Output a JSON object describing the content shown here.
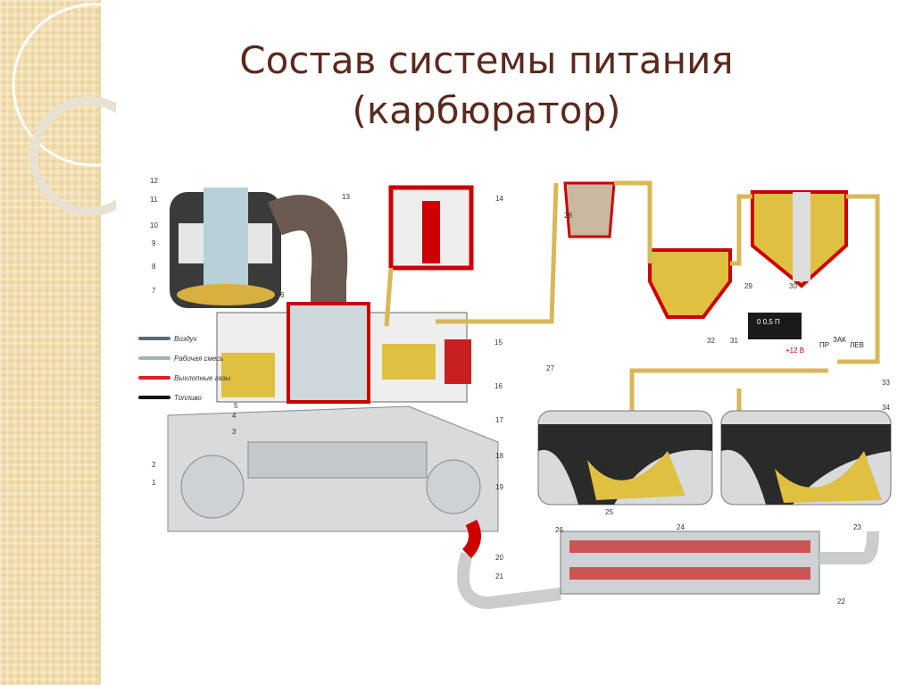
{
  "title": {
    "line1": "Состав системы питания",
    "line2": "(карбюратор)"
  },
  "legend": [
    {
      "label": "Воздух",
      "color": "#5a6a7a"
    },
    {
      "label": "Рабочая смесь",
      "color": "#9fb8b0"
    },
    {
      "label": "Выхлопные газы",
      "color": "#e02020"
    },
    {
      "label": "Топливо",
      "color": "#111111"
    }
  ],
  "gauge": {
    "scale": "0  0,5  П",
    "voltage": "+12 В"
  },
  "valve": {
    "left": "ПР",
    "mid": "ЗАК",
    "right": "ЛЕВ"
  },
  "callouts": [
    "12",
    "11",
    "10",
    "9",
    "8",
    "7",
    "13",
    "14",
    "6",
    "28",
    "29",
    "30",
    "31",
    "32",
    "15",
    "16",
    "27",
    "33",
    "34",
    "4",
    "3",
    "17",
    "18",
    "19",
    "2",
    "1",
    "25",
    "24",
    "26",
    "23",
    "20",
    "21",
    "22",
    "5"
  ]
}
